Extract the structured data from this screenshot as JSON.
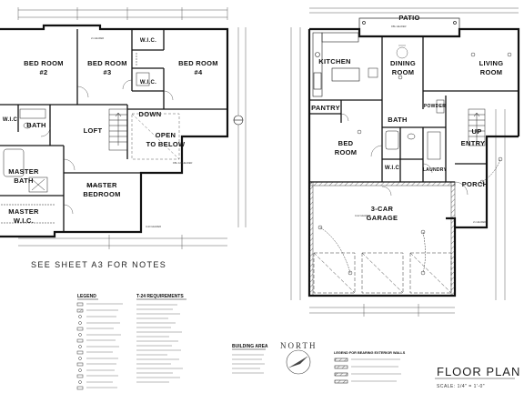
{
  "upper_floor": {
    "rooms": [
      {
        "key": "bed2",
        "label": "BED ROOM",
        "sub": "#2"
      },
      {
        "key": "bed3",
        "label": "BED ROOM",
        "sub": "#3"
      },
      {
        "key": "bed4",
        "label": "BED ROOM",
        "sub": "#4"
      },
      {
        "key": "wic_a",
        "label": "W.I.C."
      },
      {
        "key": "wic_b",
        "label": "W.I.C."
      },
      {
        "key": "wic_c",
        "label": "W.I.C."
      },
      {
        "key": "bath",
        "label": "BATH"
      },
      {
        "key": "loft",
        "label": "LOFT"
      },
      {
        "key": "down",
        "label": "DOWN"
      },
      {
        "key": "open",
        "label": "OPEN",
        "sub": "TO BELOW"
      },
      {
        "key": "mbath",
        "label": "MASTER",
        "sub": "BATH"
      },
      {
        "key": "mbed",
        "label": "MASTER",
        "sub": "BEDROOM"
      },
      {
        "key": "mwic",
        "label": "MASTER",
        "sub": "W.I.C."
      }
    ],
    "see_notes": "SEE SHEET A3 FOR NOTES"
  },
  "main_floor": {
    "rooms": [
      {
        "key": "patio",
        "label": "PATIO"
      },
      {
        "key": "kitchen",
        "label": "KITCHEN"
      },
      {
        "key": "dining",
        "label": "DINING",
        "sub": "ROOM"
      },
      {
        "key": "living",
        "label": "LIVING",
        "sub": "ROOM"
      },
      {
        "key": "pantry",
        "label": "PANTRY"
      },
      {
        "key": "bath",
        "label": "BATH"
      },
      {
        "key": "powder",
        "label": "POWDER"
      },
      {
        "key": "bed5",
        "label": "BED",
        "sub": "ROOM"
      },
      {
        "key": "wic",
        "label": "W.I.C."
      },
      {
        "key": "laundry",
        "label": "LAUNDRY"
      },
      {
        "key": "entry",
        "label": "ENTRY"
      },
      {
        "key": "up",
        "label": "UP"
      },
      {
        "key": "porch",
        "label": "PORCH"
      },
      {
        "key": "garage",
        "label": "3-CAR",
        "sub": "GARAGE"
      }
    ]
  },
  "legend": {
    "title": "LEGEND",
    "t24": "T-24 REQUIREMENTS",
    "building_area": "BUILDING AREA",
    "bearing_legend": "LEGEND FOR BEARING EXTERIOR WALLS"
  },
  "north_label": "NORTH",
  "title_block": {
    "title": "FLOOR PLAN",
    "scale": "SCALE: 1/4\" = 1'-0\""
  },
  "colors": {
    "ink": "#111111",
    "paper": "#ffffff",
    "grey": "#555555"
  }
}
